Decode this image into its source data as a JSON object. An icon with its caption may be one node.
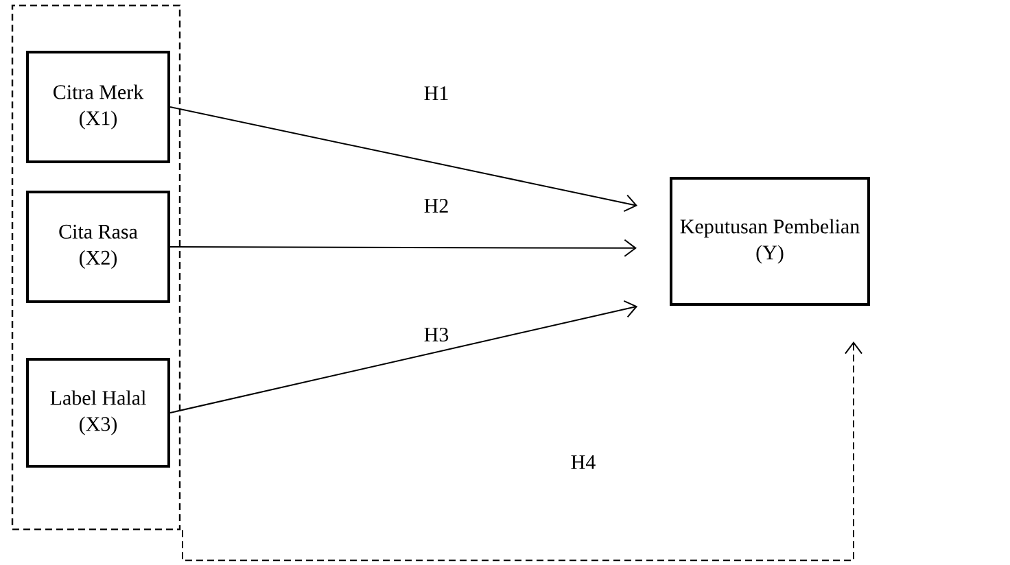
{
  "diagram": {
    "nodes": [
      {
        "text": [],
        "shape": "box"
      },
      {
        "text": [
          "Citra Merk",
          "(X1)"
        ],
        "in": 0
      },
      {
        "text": [
          "Cita Rasa",
          "(X2)"
        ],
        "in": 0
      },
      {
        "text": [
          "Label Halal",
          "(X3)"
        ],
        "in": 0
      },
      {
        "text": [
          "Keputusan Pembelian",
          "(Y)"
        ]
      }
    ],
    "edges": [
      {
        "from": 1,
        "to": 4,
        "arrow": "to",
        "label": "H1"
      },
      {
        "from": 2,
        "to": 4,
        "arrow": "to",
        "label": "H2"
      },
      {
        "from": 3,
        "to": 4,
        "arrow": "to",
        "label": "H3"
      },
      {
        "from": 0,
        "to": 4,
        "arrow": "to",
        "label": "H4",
        "style": "dashed"
      }
    ]
  }
}
